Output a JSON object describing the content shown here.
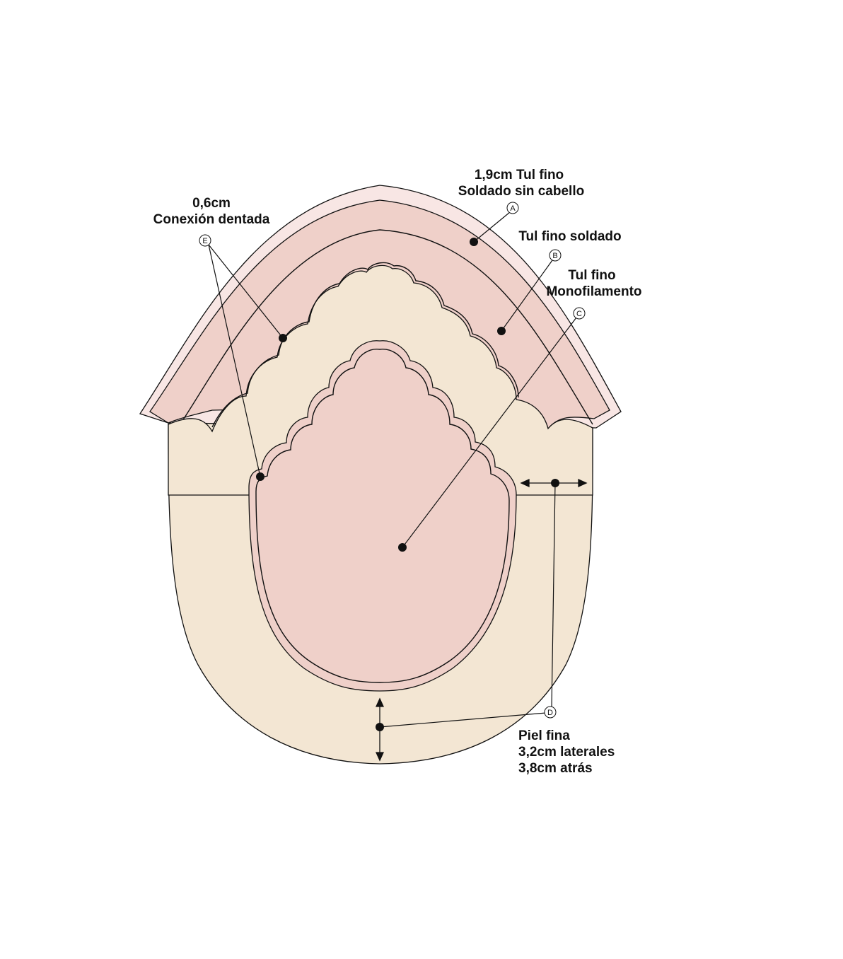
{
  "diagram": {
    "title": "Hair system base construction diagram",
    "colors": {
      "background": "#ffffff",
      "outer_border": "#f8e6e4",
      "tulle": "#efd0c9",
      "skin": "#f3e6d3",
      "stroke": "#111111"
    },
    "callouts": [
      {
        "id": "A",
        "marker": "A",
        "lines": [
          "1,9cm Tul fino",
          "Soldado sin cabello"
        ]
      },
      {
        "id": "B",
        "marker": "B",
        "lines": [
          "Tul fino soldado"
        ]
      },
      {
        "id": "C",
        "marker": "C",
        "lines": [
          "Tul fino",
          "Monofilamento"
        ]
      },
      {
        "id": "D",
        "marker": "D",
        "lines": [
          "Piel fina",
          "3,2cm laterales",
          "3,8cm atrás"
        ]
      },
      {
        "id": "E",
        "marker": "E",
        "lines": [
          "0,6cm",
          "Conexión dentada"
        ]
      }
    ]
  }
}
